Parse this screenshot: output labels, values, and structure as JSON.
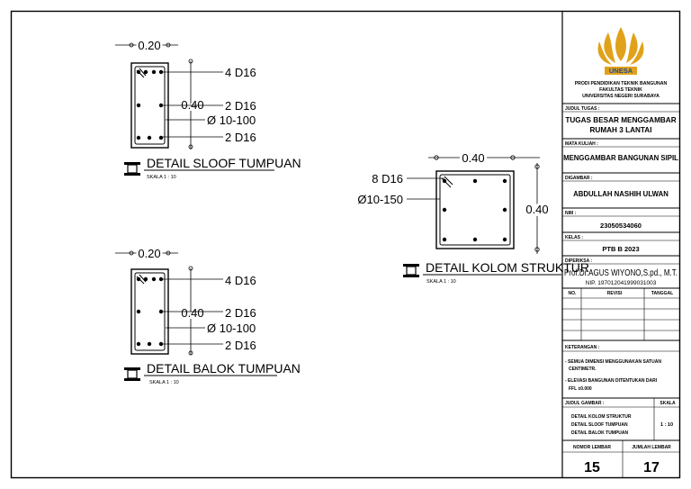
{
  "details": {
    "sloof": {
      "title": "DETAIL SLOOF TUMPUAN",
      "scale": "SKALA 1 : 10",
      "width_label": "0.20",
      "height_label": "0.40",
      "top_bars": "4 D16",
      "middle_bars": "2 D16",
      "stirrup": "Ø 10-100",
      "bottom_bars": "2 D16"
    },
    "balok": {
      "title": "DETAIL BALOK TUMPUAN",
      "scale": "SKALA 1 : 10",
      "width_label": "0.20",
      "height_label": "0.40",
      "top_bars": "4 D16",
      "middle_bars": "2 D16",
      "stirrup": "Ø 10-100",
      "bottom_bars": "2 D16"
    },
    "kolom": {
      "title": "DETAIL KOLOM STRUKTUR",
      "scale": "SKALA 1 : 10",
      "width_label": "0.40",
      "height_label": "0.40",
      "bars": "8 D16",
      "stirrup": "Ø10-150"
    }
  },
  "title_block": {
    "logo_text": "UNESA",
    "institution_line1": "PRODI PENDIDIKAN TEKNIK BANGUNAN",
    "institution_line2": "FAKULTAS TEKNIK",
    "institution_line3": "UNIVERSITAS NEGERI SURABAYA",
    "assignment_label": "JUDUL TUGAS :",
    "assignment_line1": "TUGAS BESAR MENGGAMBAR",
    "assignment_line2": "RUMAH 3 LANTAI",
    "course_label": "MATA KULIAH :",
    "course_value": "MENGGAMBAR BANGUNAN SIPIL",
    "drawn_label": "DIGAMBAR :",
    "drawn_value": "ABDULLAH NASHIH ULWAN",
    "nim_label": "NIM :",
    "nim_value": "23050534060",
    "class_label": "KELAS :",
    "class_value": "PTB B 2023",
    "checked_label": "DIPERIKSA :",
    "checked_value": "Prof.Dr.AGUS WIYONO,S.pd., M.T.",
    "checked_nip": "NIP. 197012041999031003",
    "rev_no_header": "NO.",
    "rev_header": "REVISI",
    "rev_date_header": "TANGGAL",
    "notes_label": "KETERANGAN :",
    "note1_line1": "- SEMUA DIMENSI MENGGUNAKAN SATUAN",
    "note1_line2": "CENTIMETR.",
    "note2_line1": "- ELEVASI BANGUNAN DITENTUKAN DARI",
    "note2_line2": "FFL ±0.000",
    "drawing_title_label": "JUDUL GAMBAR :",
    "scale_label": "SKALA",
    "drawing_title_line1": "DETAIL KOLOM STRUKTUR",
    "drawing_title_line2": "DETAIL SLOOF TUMPUAN",
    "drawing_title_line3": "DETAIL BALOK TUMPUAN",
    "scale_value": "1 : 10",
    "sheet_no_label": "NOMOR LEMBAR",
    "sheet_total_label": "JUMLAH LEMBAR",
    "sheet_no": "15",
    "sheet_total": "17"
  },
  "colors": {
    "line": "#000000",
    "logo_gold": "#e0a21a",
    "logo_blue": "#1f4a99"
  }
}
